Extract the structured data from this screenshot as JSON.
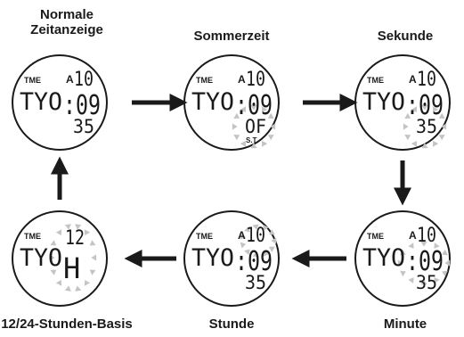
{
  "steps": [
    {
      "caption": "Normale Zeitanzeige",
      "mode": "TME",
      "a_label": "A",
      "top_value": "10",
      "city": "TYO",
      "middle_value": ":09",
      "bottom_value": "35",
      "highlight": "none"
    },
    {
      "caption": "Sommerzeit",
      "mode": "TME",
      "a_label": "A",
      "top_value": "10",
      "city": "TYO",
      "middle_value": ":09",
      "bottom_value": "OF",
      "bottom_sub": "S.T.",
      "highlight": "bottom"
    },
    {
      "caption": "Sekunde",
      "mode": "TME",
      "a_label": "A",
      "top_value": "10",
      "city": "TYO",
      "middle_value": ":09",
      "bottom_value": "35",
      "highlight": "bottom"
    },
    {
      "caption": "Minute",
      "mode": "TME",
      "a_label": "A",
      "top_value": "10",
      "city": "TYO",
      "middle_value": ":09",
      "bottom_value": "35",
      "highlight": "middle"
    },
    {
      "caption": "Stunde",
      "mode": "TME",
      "a_label": "A",
      "top_value": "10",
      "city": "TYO",
      "middle_value": ":09",
      "bottom_value": "35",
      "highlight": "top"
    },
    {
      "caption": "12/24-Stunden-Basis",
      "mode": "TME",
      "top_value": "12",
      "city": "TYO",
      "middle_value": "H",
      "highlight": "format"
    }
  ],
  "flow": [
    "normal-to-summer",
    "summer-to-seconds",
    "seconds-to-minute",
    "minute-to-hour",
    "hour-to-format",
    "format-to-normal"
  ],
  "colors": {
    "stroke": "#1a1a1a",
    "blink": "#c4c4c4",
    "background": "#ffffff"
  }
}
